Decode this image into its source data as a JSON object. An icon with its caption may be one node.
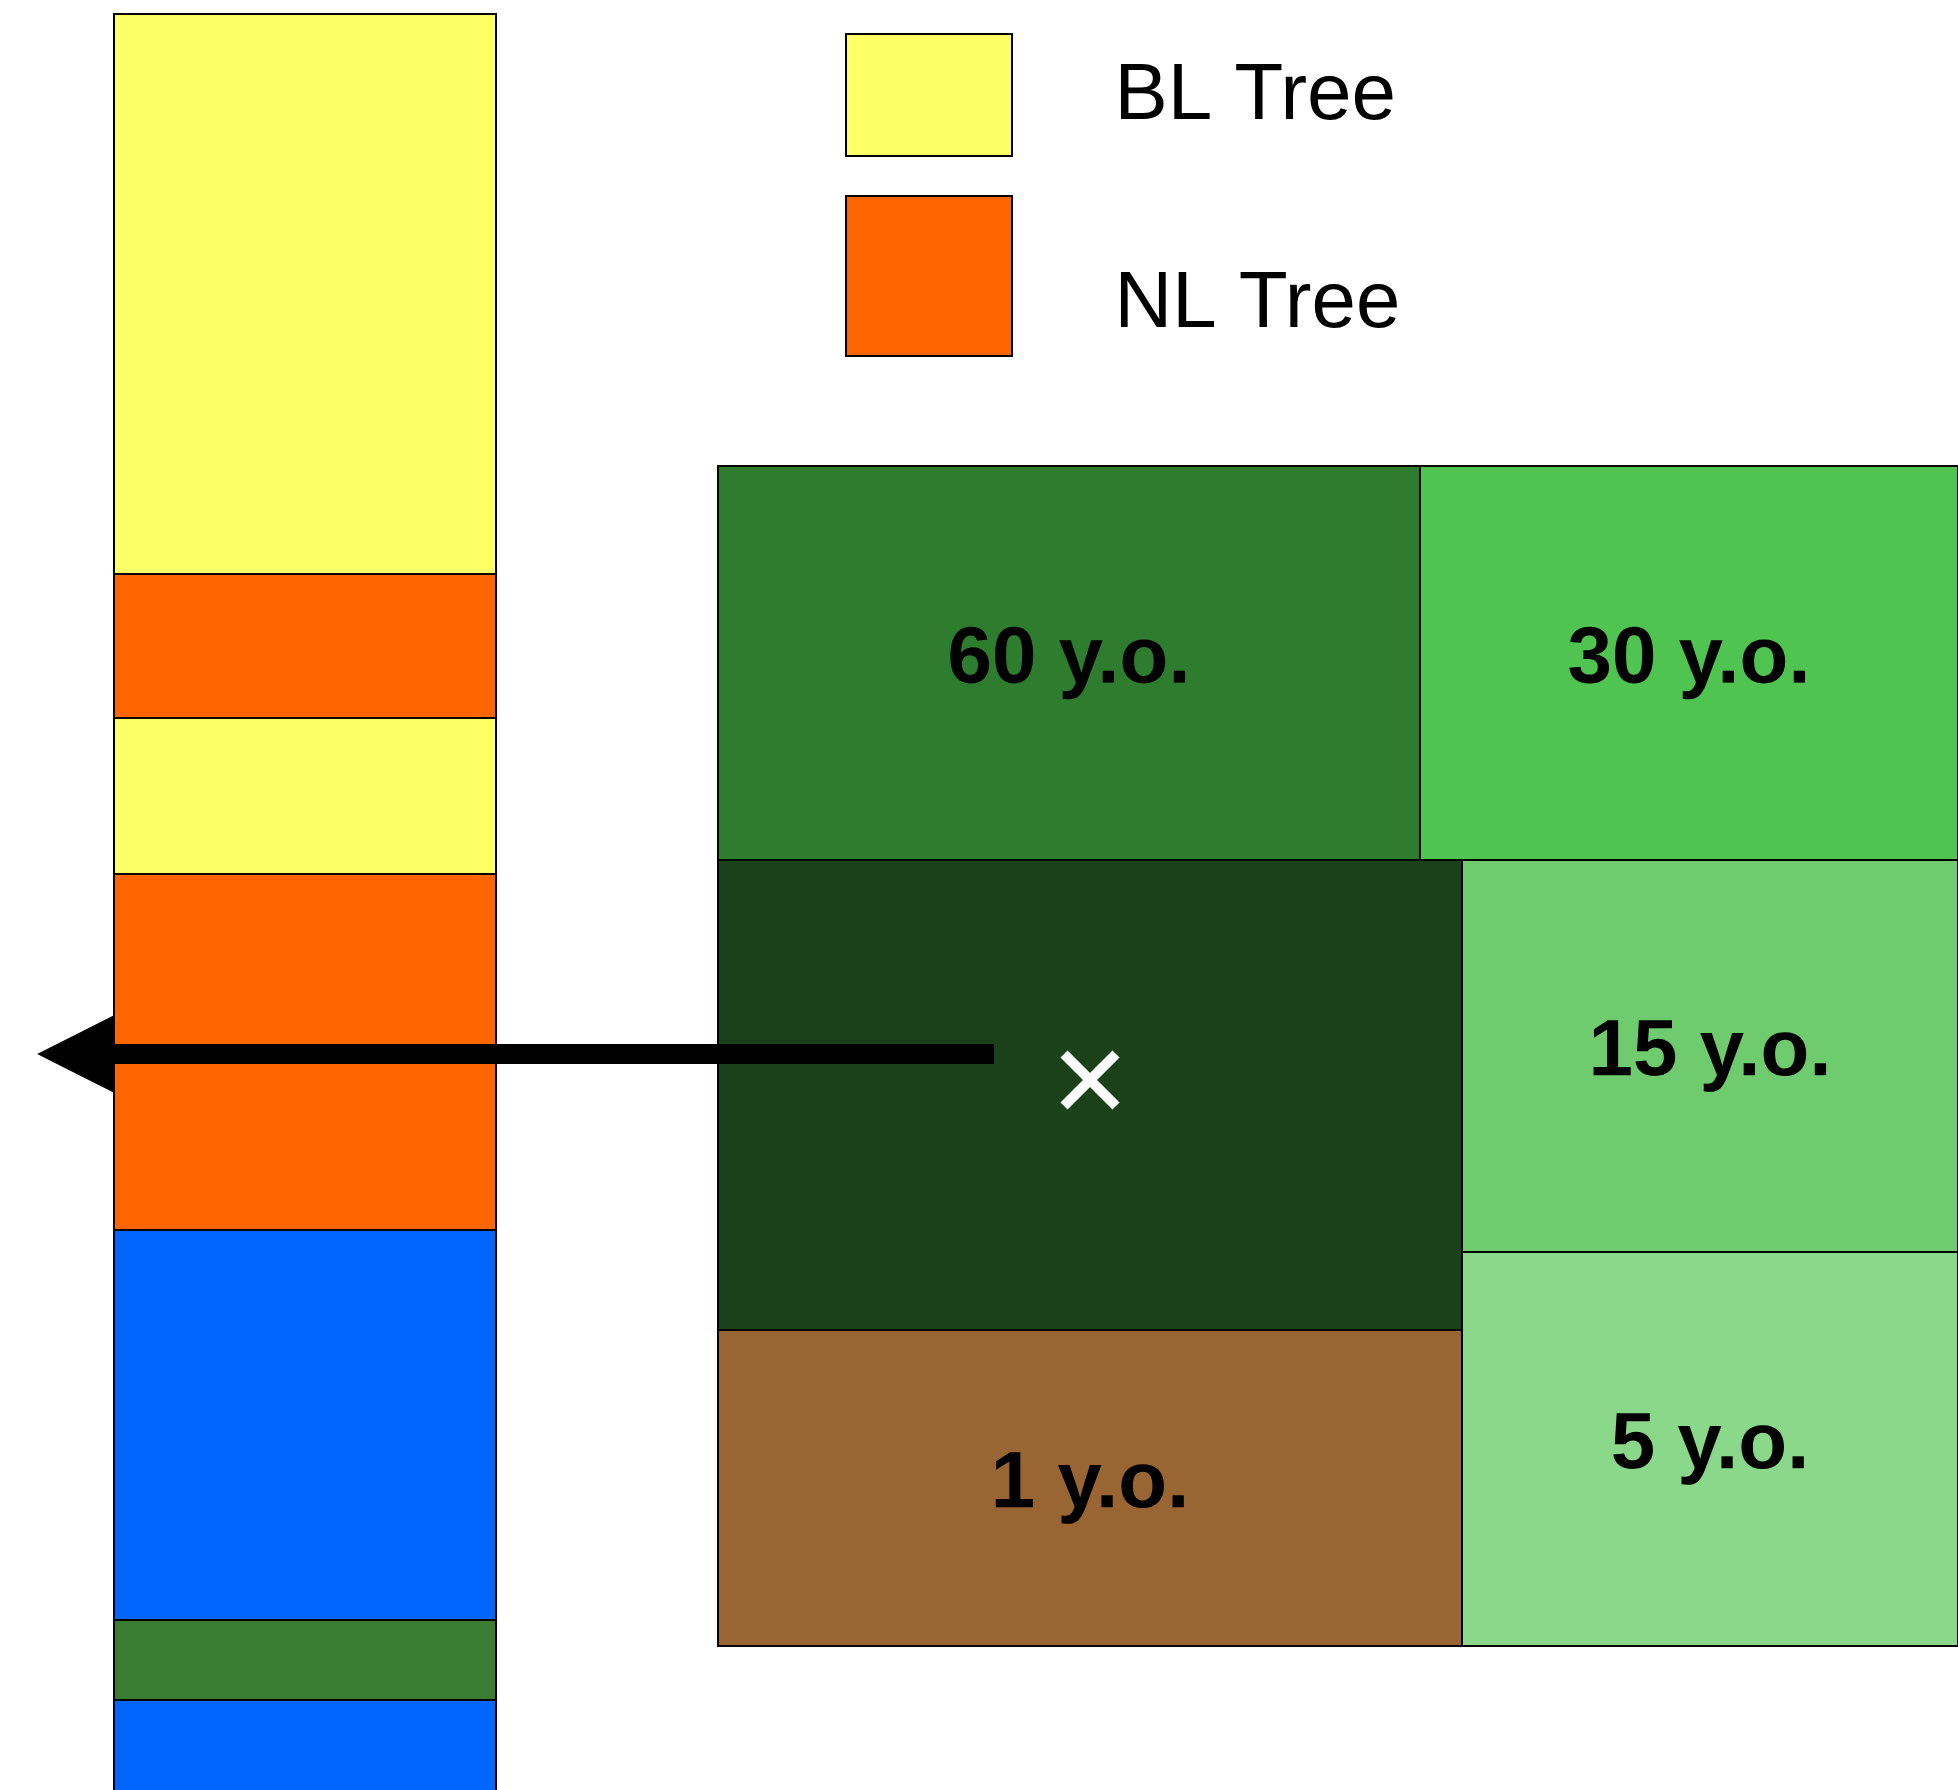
{
  "diagram": {
    "nodes": [
      {
        "text": [],
        "shape": "box"
      },
      {
        "text": [],
        "shape": "box"
      },
      {
        "text": [],
        "shape": "box"
      },
      {
        "text": [],
        "shape": "box"
      },
      {
        "text": [],
        "shape": "box"
      },
      {
        "text": [],
        "shape": "box"
      },
      {
        "text": [],
        "shape": "box"
      },
      {
        "text": [
          "60 y.o."
        ]
      },
      {
        "text": [
          "30 y.o."
        ]
      },
      {
        "text": [],
        "shape": "box"
      },
      {
        "text": [
          "15 y.o."
        ]
      },
      {
        "text": [
          "1 y.o."
        ]
      },
      {
        "text": [
          "5 y.o."
        ]
      }
    ],
    "edges": [
      {
        "from": 9,
        "to": 3,
        "arrow": "to"
      }
    ],
    "legend": [
      {
        "text": "BL Tree",
        "color": "#ffff66"
      },
      {
        "text": "NL Tree",
        "color": "#ff6600"
      }
    ]
  }
}
